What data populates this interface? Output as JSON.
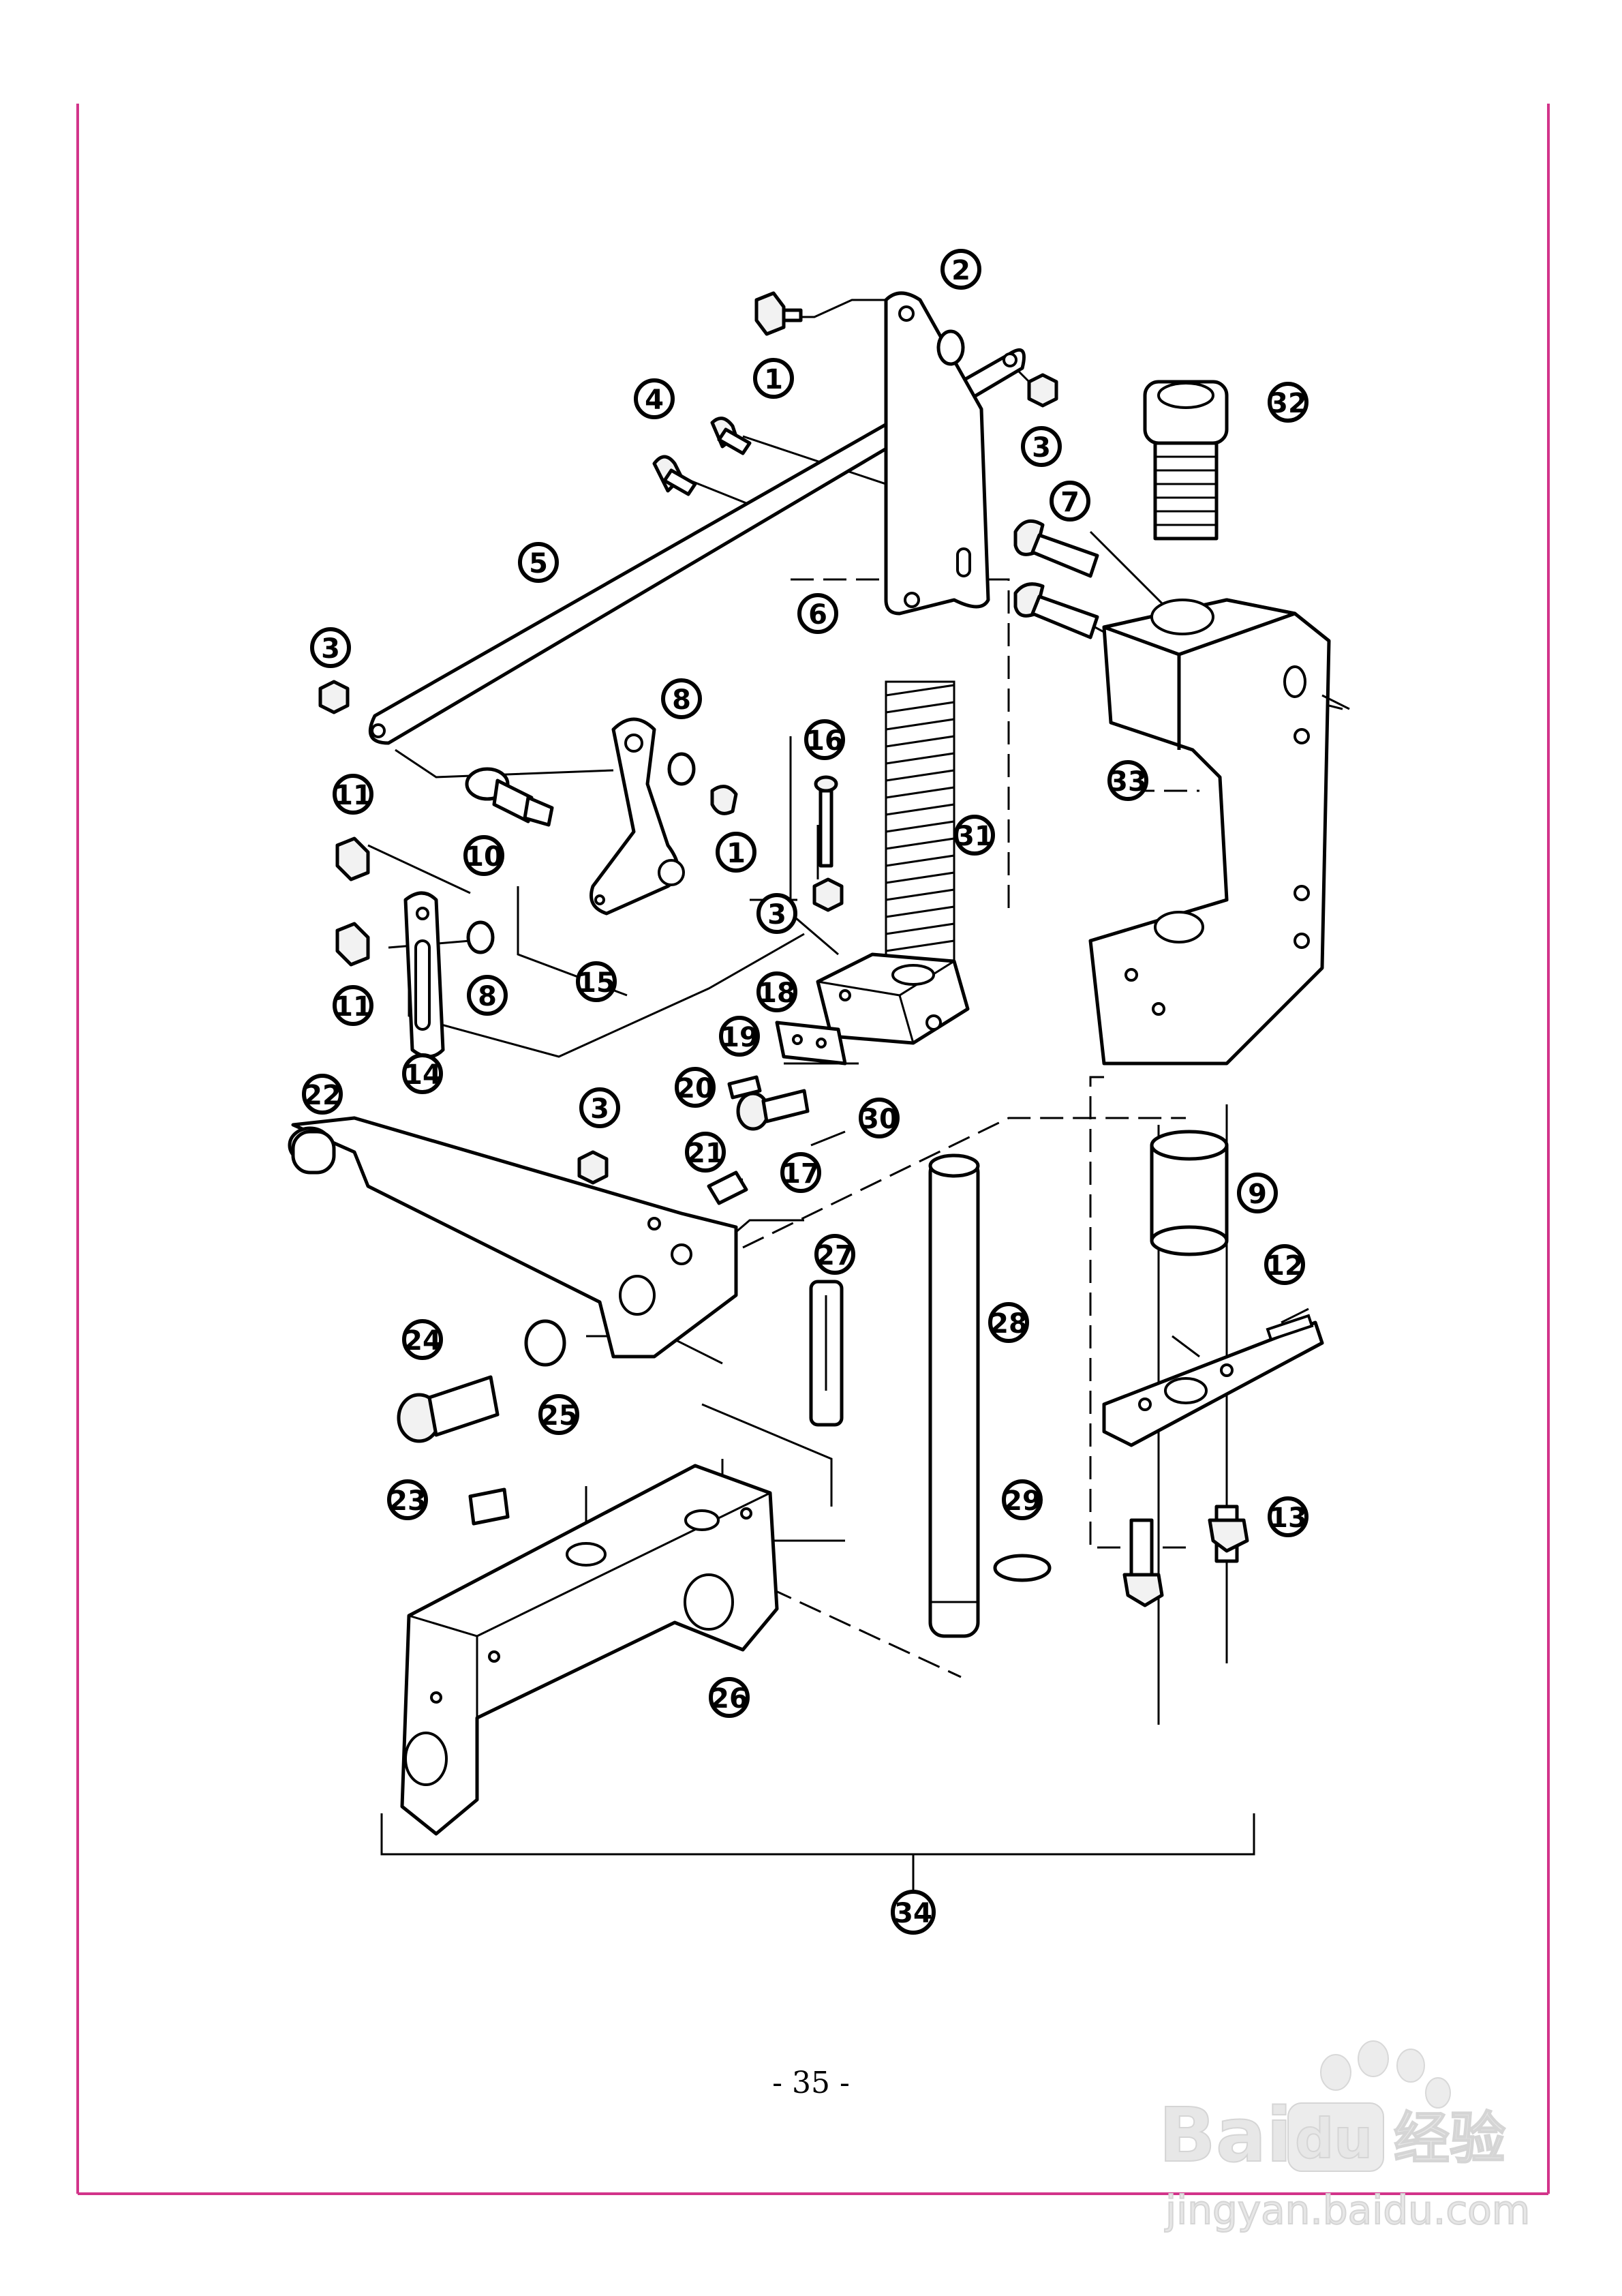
{
  "page": {
    "number_label": "- 35 -"
  },
  "diagram": {
    "callouts": [
      "1",
      "2",
      "3",
      "4",
      "5",
      "6",
      "7",
      "8",
      "9",
      "10",
      "11",
      "12",
      "13",
      "14",
      "15",
      "16",
      "17",
      "18",
      "19",
      "20",
      "21",
      "22",
      "23",
      "24",
      "25",
      "26",
      "27",
      "28",
      "29",
      "30",
      "31",
      "32",
      "33",
      "34"
    ],
    "repeated_labels": {
      "screw": "1",
      "nut": "3",
      "washer": "8",
      "stud": "11"
    },
    "assembly_label": "34"
  },
  "watermark": {
    "brand": "Bai",
    "brand_tail": "du",
    "cn": "经验",
    "url": "jingyan.baidu.com"
  }
}
